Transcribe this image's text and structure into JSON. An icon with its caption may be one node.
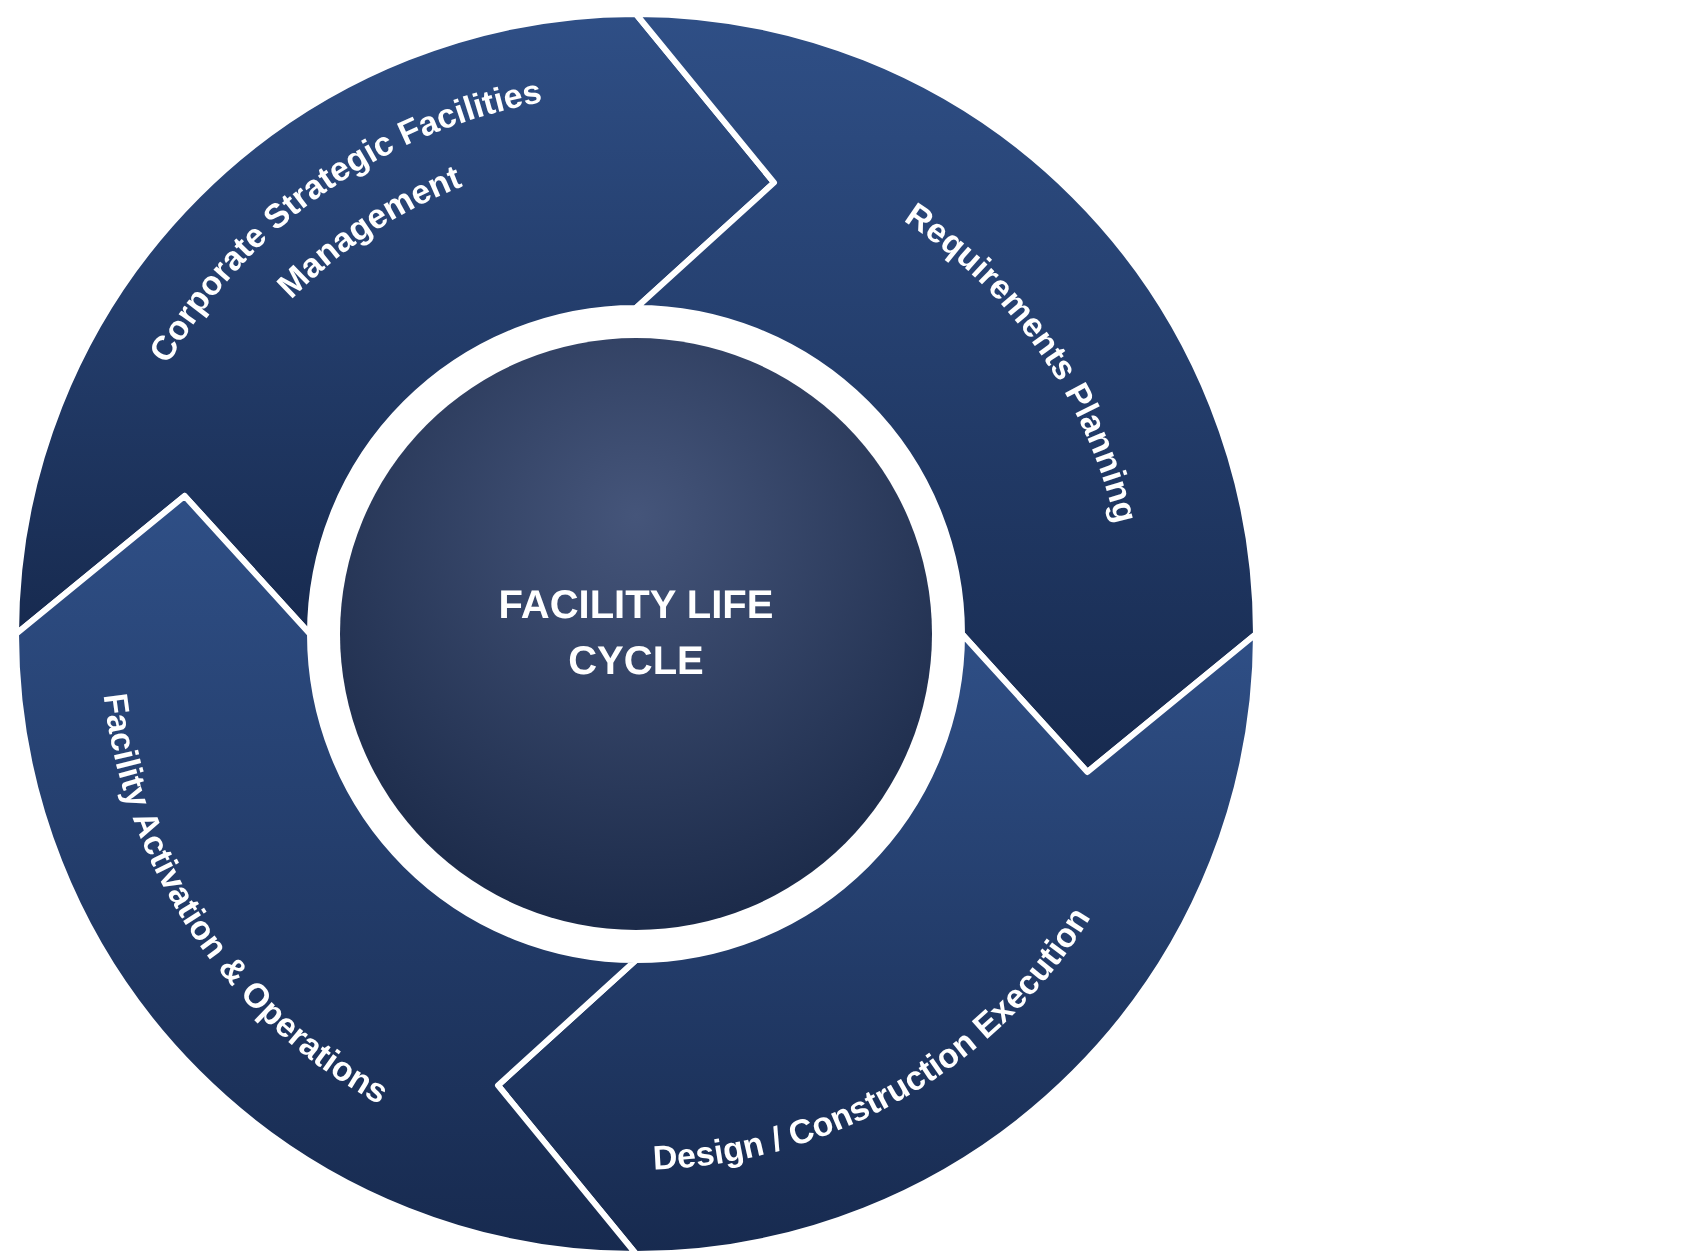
{
  "diagram": {
    "nodes": [
      {
        "text": [
          "FACILITY LIFE CYCLE"
        ]
      },
      {
        "text": [
          "Corporate Strategic Facilities Management"
        ]
      },
      {
        "text": [
          "Requirements Planning"
        ]
      },
      {
        "text": [
          "Design / Construction Execution"
        ]
      },
      {
        "text": [
          "Facility Activation & Operations"
        ]
      }
    ]
  }
}
